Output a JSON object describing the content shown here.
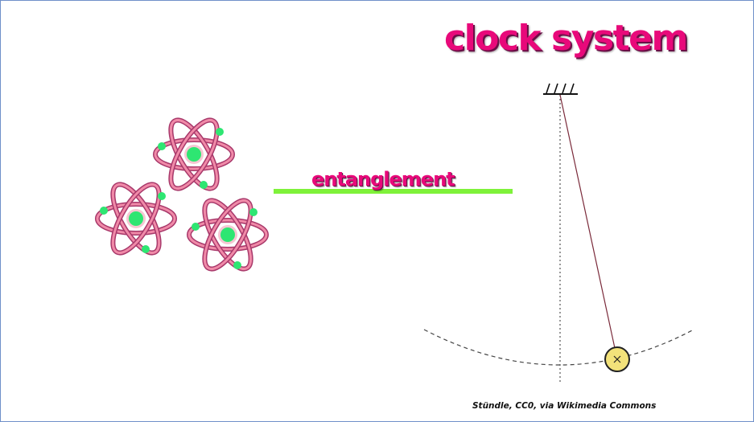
{
  "title": "clock system",
  "link_label": "entanglement",
  "credit": "Stündle, CC0, via Wikimedia Commons",
  "icons": {
    "atom": "atom-icon",
    "pendulum": "pendulum-icon"
  },
  "colors": {
    "title": "#e8097a",
    "link_line": "#7ff23a",
    "orbit": "#d45b8c",
    "nucleus": "#2ee672",
    "pendulum_bob": "#f3e27a"
  }
}
